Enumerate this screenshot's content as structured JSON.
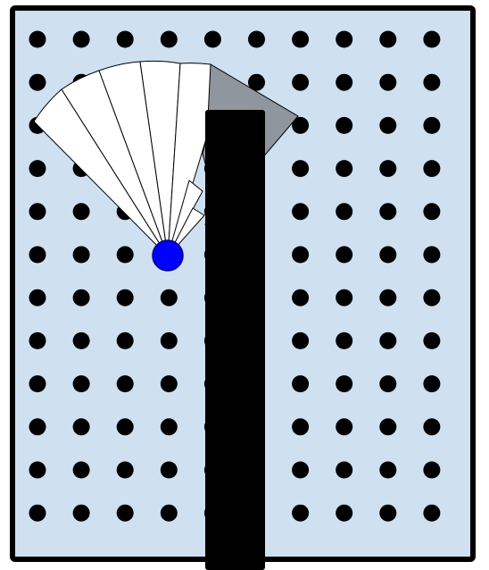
{
  "scene": {
    "colors": {
      "arena_fill": "#cfe0f0",
      "arena_border": "#000000",
      "wall": "#000000",
      "landmark": "#000000",
      "robot": "#0000ff",
      "robot_outline": "#00008b",
      "sensor_visible": "#ffffff",
      "sensor_outline": "#000000",
      "sensor_occluded": "#8f969e",
      "occluded_outline": "#000000"
    },
    "landmark_grid": {
      "columns": 10,
      "rows": 12
    },
    "sensor_sweep": {
      "ray_count": 7
    }
  }
}
